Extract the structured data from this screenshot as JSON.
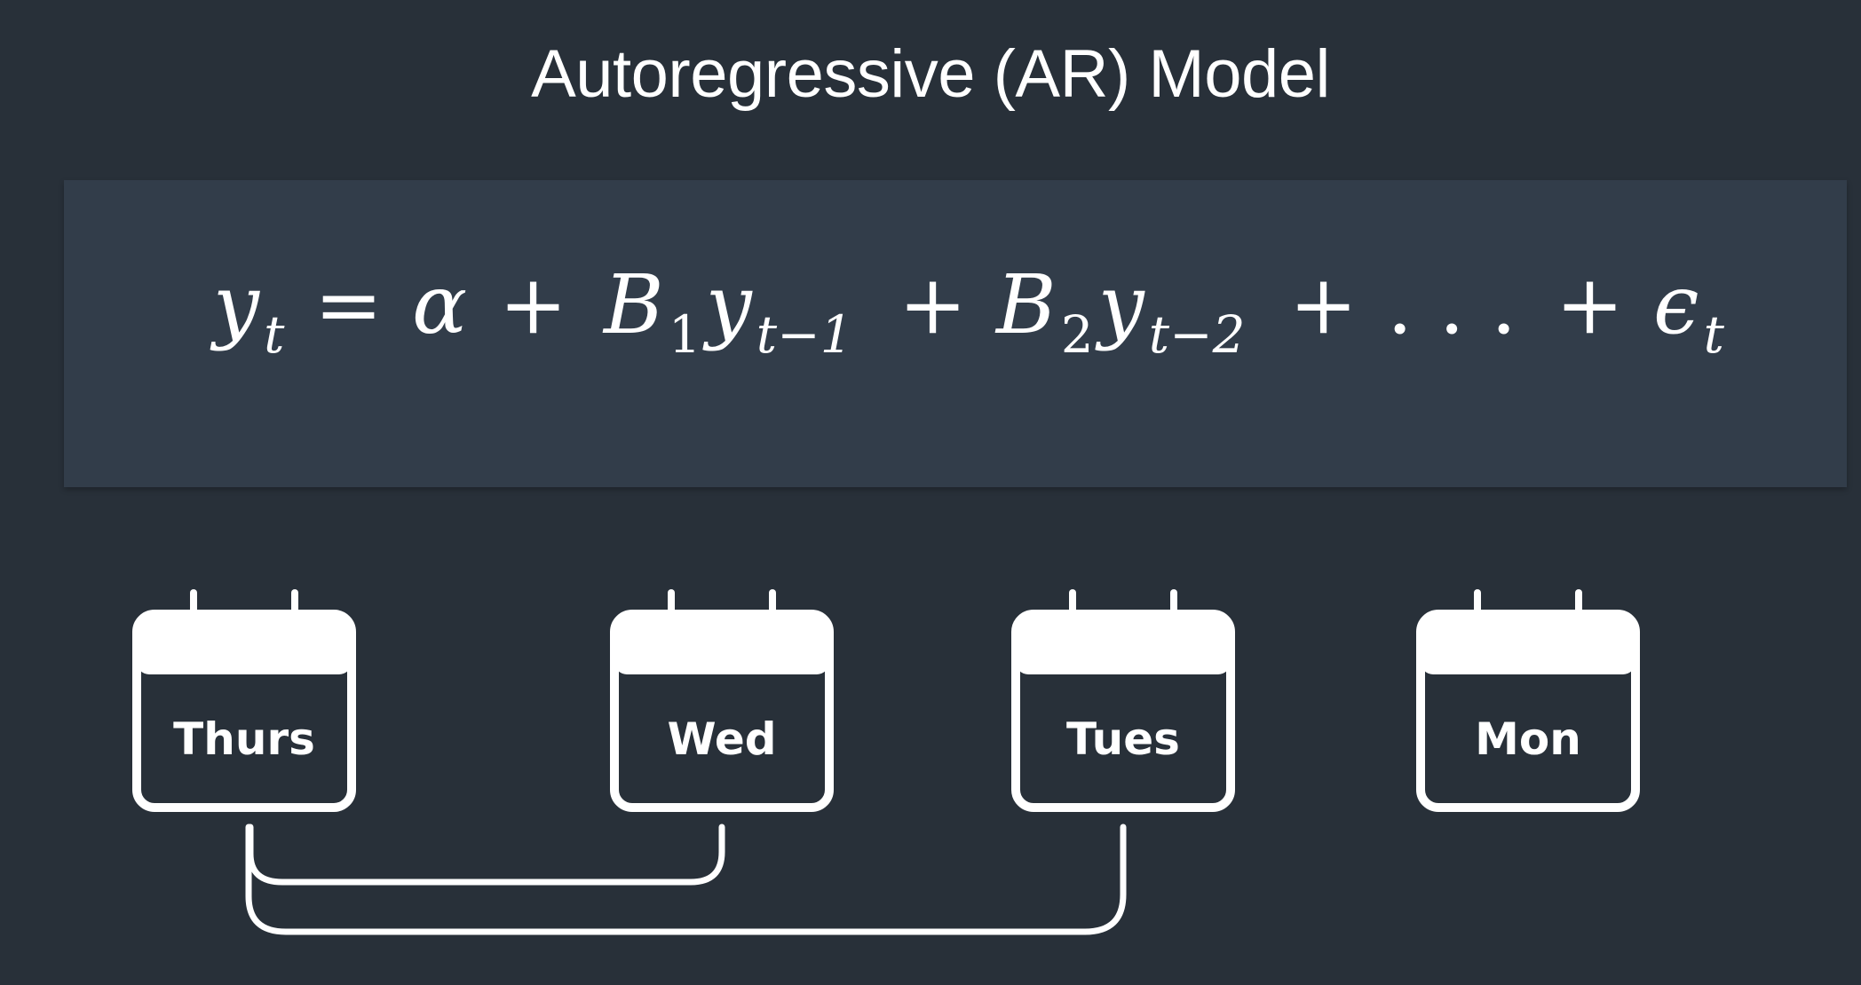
{
  "title": "Autoregressive (AR) Model",
  "equation": {
    "lhs": "y",
    "lhs_sub": "t",
    "equals": "=",
    "alpha": "α",
    "plus": "+",
    "term1_coef": "B",
    "term1_coef_sub": "1",
    "term1_var": "y",
    "term1_var_sub": "t−1",
    "term2_coef": "B",
    "term2_coef_sub": "2",
    "term2_var": "y",
    "term2_var_sub": "t−2",
    "ellipsis": ". . .",
    "error": "ϵ",
    "error_sub": "t"
  },
  "days": [
    {
      "label": "Thurs",
      "icon": "calendar-icon"
    },
    {
      "label": "Wed",
      "icon": "calendar-icon"
    },
    {
      "label": "Tues",
      "icon": "calendar-icon"
    },
    {
      "label": "Mon",
      "icon": "calendar-icon"
    }
  ],
  "connections": [
    {
      "from": "Thurs",
      "to": "Wed"
    },
    {
      "from": "Thurs",
      "to": "Tues"
    }
  ],
  "colors": {
    "background": "#283039",
    "panel": "#323d4a",
    "foreground": "#ffffff"
  }
}
